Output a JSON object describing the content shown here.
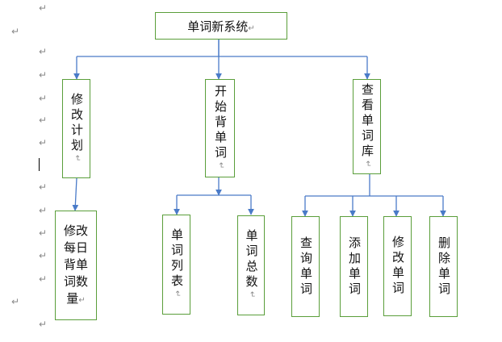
{
  "diagram": {
    "root": "单词新系统",
    "level1": [
      "修改计划",
      "开始背单词",
      "查看单词库"
    ],
    "plan_children": [
      "修改每日背单词数量"
    ],
    "study_children": [
      "单词列表",
      "单词总数"
    ],
    "library_children": [
      "查询单词",
      "添加单词",
      "修改单词",
      "删除单词"
    ]
  },
  "colors": {
    "box_border": "#5a9e3a",
    "connector": "#4a7bc8",
    "paragraph_mark": "#8a8a8a"
  },
  "icons": {
    "paragraph_mark": "return-arrow-icon"
  }
}
